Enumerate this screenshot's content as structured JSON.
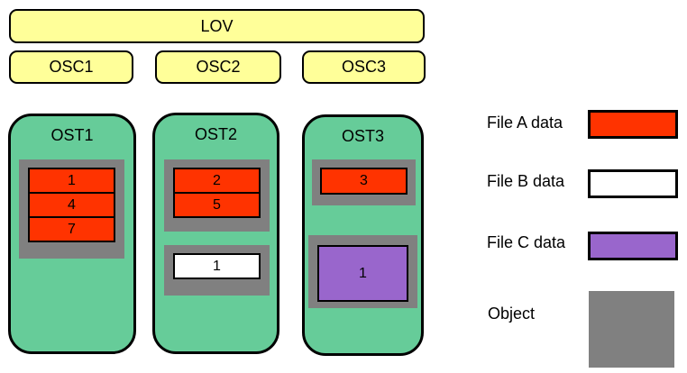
{
  "diagram": {
    "lov": {
      "label": "LOV"
    },
    "oscs": [
      {
        "label": "OSC1"
      },
      {
        "label": "OSC2"
      },
      {
        "label": "OSC3"
      }
    ],
    "osts": [
      {
        "label": "OST1",
        "objects": [
          {
            "stripes": [
              {
                "file": "A",
                "label": "1"
              },
              {
                "file": "A",
                "label": "4"
              },
              {
                "file": "A",
                "label": "7"
              }
            ]
          }
        ]
      },
      {
        "label": "OST2",
        "objects": [
          {
            "stripes": [
              {
                "file": "A",
                "label": "2"
              },
              {
                "file": "A",
                "label": "5"
              }
            ]
          },
          {
            "stripes": [
              {
                "file": "B",
                "label": "1"
              }
            ]
          }
        ]
      },
      {
        "label": "OST3",
        "objects": [
          {
            "stripes": [
              {
                "file": "A",
                "label": "3"
              }
            ]
          },
          {
            "stripes": [
              {
                "file": "C",
                "label": "1"
              }
            ]
          }
        ]
      }
    ]
  },
  "legend": {
    "items": [
      {
        "label": "File A data",
        "color": "#FF3300"
      },
      {
        "label": "File B data",
        "color": "#FFFFFF"
      },
      {
        "label": "File C data",
        "color": "#9966CC"
      },
      {
        "label": "Object",
        "color": "#808080"
      }
    ]
  },
  "colors": {
    "client_box_fill": "#FFFF99",
    "ost_box_fill": "#66CC99",
    "object_fill": "#808080",
    "file_a": "#FF3300",
    "file_b": "#FFFFFF",
    "file_c": "#9966CC",
    "border": "#000000",
    "background": "#FFFFFF"
  }
}
